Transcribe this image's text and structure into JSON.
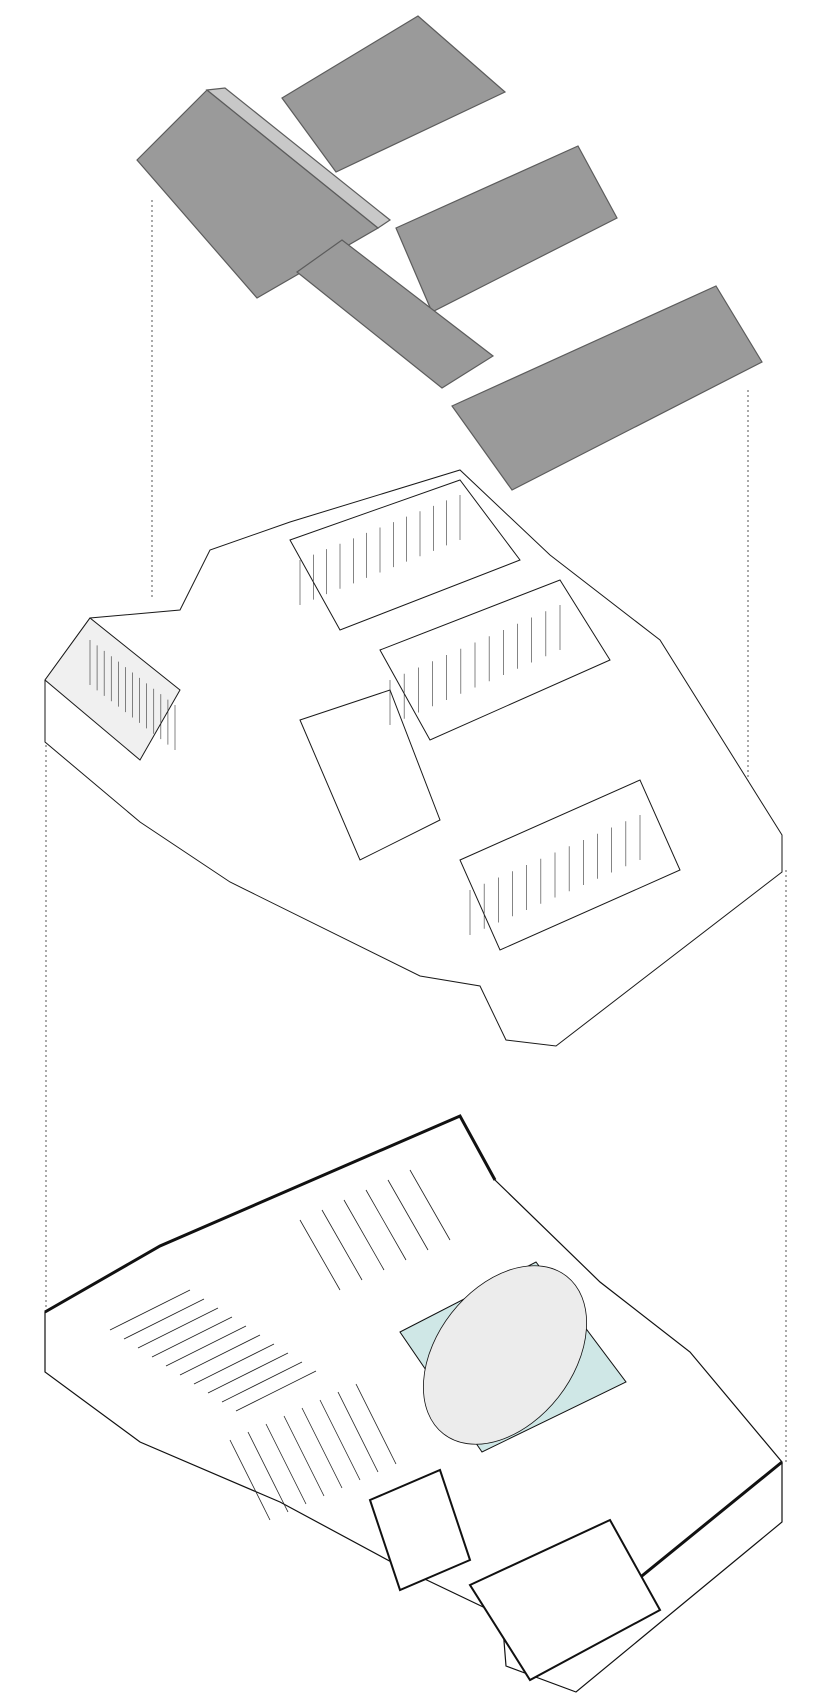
{
  "diagram": {
    "type": "exploded-axonometric",
    "layers": [
      "roofs",
      "upper-structure",
      "ground-floor-plan"
    ],
    "colors": {
      "background": "#ffffff",
      "roof_fill": "#9a9a9a",
      "roof_edge": "#5c5c5c",
      "line": "#1a1a1a",
      "courtyard_glass": "#cfe7e6",
      "pond": "#ececec"
    }
  }
}
